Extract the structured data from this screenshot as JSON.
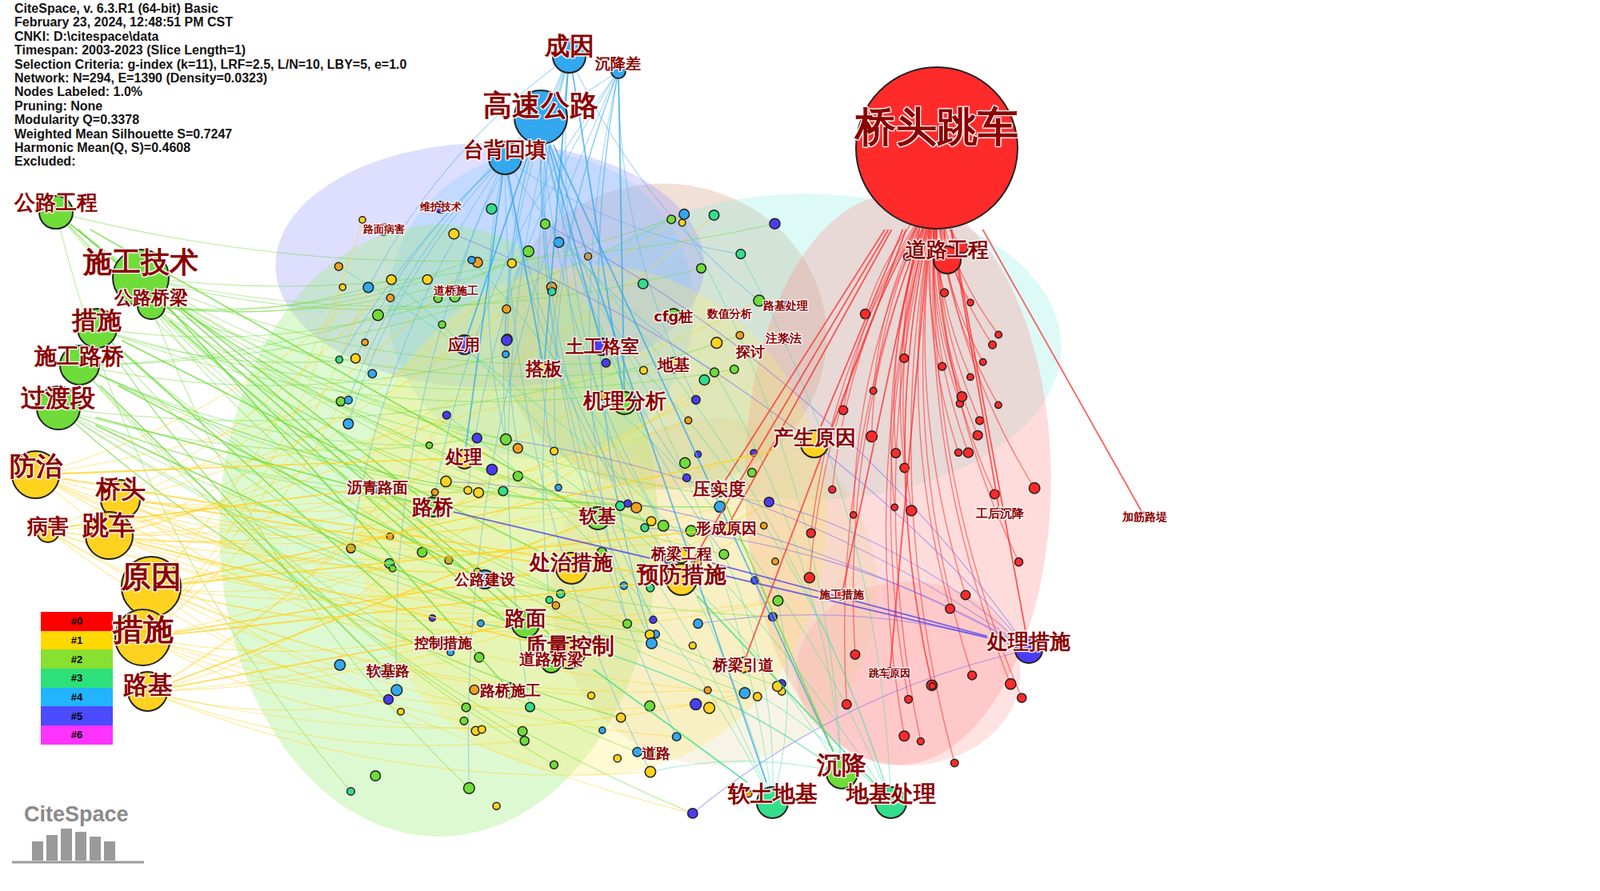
{
  "diagram": {
    "nodes": [
      {
        "text": [
          "桥头跳车"
        ]
      },
      {
        "text": [
          "成因"
        ]
      },
      {
        "text": [
          "沉降差"
        ]
      },
      {
        "text": [
          "高速公路"
        ]
      },
      {
        "text": [
          "台背回填"
        ]
      },
      {
        "text": [
          "公路工程"
        ]
      },
      {
        "text": [
          "施工技术"
        ]
      },
      {
        "text": [
          "公路桥梁"
        ]
      },
      {
        "text": [
          "措施"
        ]
      },
      {
        "text": [
          "施工路桥"
        ]
      },
      {
        "text": [
          "过渡段"
        ]
      },
      {
        "text": [
          "防治"
        ]
      },
      {
        "text": [
          "桥头"
        ]
      },
      {
        "text": [
          "病害"
        ]
      },
      {
        "text": [
          "跳车"
        ]
      },
      {
        "text": [
          "原因"
        ]
      },
      {
        "text": [
          "措施"
        ]
      },
      {
        "text": [
          "路基"
        ]
      },
      {
        "text": [
          "道路工程"
        ]
      },
      {
        "text": [
          "产生原因"
        ]
      },
      {
        "text": [
          "处理措施"
        ]
      },
      {
        "text": [
          "沉降"
        ]
      },
      {
        "text": [
          "软土地基"
        ]
      },
      {
        "text": [
          "地基处理"
        ]
      },
      {
        "text": [
          "质量控制"
        ]
      },
      {
        "text": [
          "预防措施"
        ]
      },
      {
        "text": [
          "处治措施"
        ]
      },
      {
        "text": [
          "路面"
        ]
      },
      {
        "text": [
          "道路桥梁"
        ]
      },
      {
        "text": [
          "形成原因"
        ]
      },
      {
        "text": [
          "压实度"
        ]
      },
      {
        "text": [
          "桥梁工程"
        ]
      },
      {
        "text": [
          "桥梁引道"
        ]
      },
      {
        "text": [
          "软基"
        ]
      },
      {
        "text": [
          "处理"
        ]
      },
      {
        "text": [
          "沥青路面"
        ]
      },
      {
        "text": [
          "路桥施工"
        ]
      },
      {
        "text": [
          "控制措施"
        ]
      },
      {
        "text": [
          "软基路"
        ]
      },
      {
        "text": [
          "公路建设"
        ]
      },
      {
        "text": [
          "道路"
        ]
      },
      {
        "text": [
          "应用"
        ]
      },
      {
        "text": [
          "cfg桩"
        ]
      },
      {
        "text": [
          "探讨"
        ]
      },
      {
        "text": [
          "注浆法"
        ]
      },
      {
        "text": [
          "工后沉降"
        ]
      },
      {
        "text": [
          "加筋路堤"
        ]
      },
      {
        "text": [
          "机理分析"
        ]
      },
      {
        "text": [
          "土工格室"
        ]
      },
      {
        "text": [
          "搭板"
        ]
      },
      {
        "text": [
          "地基"
        ]
      },
      {
        "text": [
          "路桥"
        ]
      },
      {
        "text": [
          "数值分析"
        ]
      },
      {
        "text": [
          "路基处理"
        ]
      },
      {
        "text": [
          "维护技术"
        ]
      },
      {
        "text": [
          "路面病害"
        ]
      },
      {
        "text": [
          "道桥施工"
        ]
      },
      {
        "text": [
          "施工措施"
        ]
      },
      {
        "text": [
          "跳车原因"
        ]
      }
    ],
    "edges": [
      {
        "from": 0,
        "to": 18,
        "arrow": "none"
      },
      {
        "from": 0,
        "to": 19,
        "arrow": "none"
      },
      {
        "from": 0,
        "to": 20,
        "arrow": "none"
      },
      {
        "from": 0,
        "to": 45,
        "arrow": "none"
      },
      {
        "from": 0,
        "to": 46,
        "arrow": "none"
      },
      {
        "from": 0,
        "to": 57,
        "arrow": "none"
      },
      {
        "from": 0,
        "to": 58,
        "arrow": "none"
      },
      {
        "from": 0,
        "to": 25,
        "arrow": "none"
      },
      {
        "from": 0,
        "to": 29,
        "arrow": "none"
      },
      {
        "from": 0,
        "to": 30,
        "arrow": "none"
      },
      {
        "from": 0,
        "to": 32,
        "arrow": "none"
      },
      {
        "from": 5,
        "to": 33,
        "arrow": "none"
      },
      {
        "from": 5,
        "to": 27,
        "arrow": "none"
      },
      {
        "from": 6,
        "to": 36,
        "arrow": "none"
      },
      {
        "from": 6,
        "to": 51,
        "arrow": "none"
      },
      {
        "from": 6,
        "to": 24,
        "arrow": "none"
      },
      {
        "from": 7,
        "to": 28,
        "arrow": "none"
      },
      {
        "from": 8,
        "to": 26,
        "arrow": "none"
      },
      {
        "from": 8,
        "to": 37,
        "arrow": "none"
      },
      {
        "from": 9,
        "to": 38,
        "arrow": "none"
      },
      {
        "from": 9,
        "to": 39,
        "arrow": "none"
      },
      {
        "from": 10,
        "to": 24,
        "arrow": "none"
      },
      {
        "from": 10,
        "to": 51,
        "arrow": "none"
      },
      {
        "from": 11,
        "to": 25,
        "arrow": "none"
      },
      {
        "from": 11,
        "to": 34,
        "arrow": "none"
      },
      {
        "from": 12,
        "to": 26,
        "arrow": "none"
      },
      {
        "from": 13,
        "to": 35,
        "arrow": "none"
      },
      {
        "from": 14,
        "to": 24,
        "arrow": "none"
      },
      {
        "from": 15,
        "to": 19,
        "arrow": "none"
      },
      {
        "from": 15,
        "to": 29,
        "arrow": "none"
      },
      {
        "from": 16,
        "to": 25,
        "arrow": "none"
      },
      {
        "from": 16,
        "to": 26,
        "arrow": "none"
      },
      {
        "from": 17,
        "to": 33,
        "arrow": "none"
      },
      {
        "from": 17,
        "to": 27,
        "arrow": "none"
      },
      {
        "from": 1,
        "to": 47,
        "arrow": "none"
      },
      {
        "from": 1,
        "to": 49,
        "arrow": "none"
      },
      {
        "from": 3,
        "to": 48,
        "arrow": "none"
      },
      {
        "from": 3,
        "to": 41,
        "arrow": "none"
      },
      {
        "from": 3,
        "to": 22,
        "arrow": "none"
      },
      {
        "from": 3,
        "to": 21,
        "arrow": "none"
      },
      {
        "from": 4,
        "to": 49,
        "arrow": "none"
      },
      {
        "from": 4,
        "to": 34,
        "arrow": "none"
      },
      {
        "from": 2,
        "to": 47,
        "arrow": "none"
      },
      {
        "from": 22,
        "to": 24,
        "arrow": "none"
      },
      {
        "from": 23,
        "to": 25,
        "arrow": "none"
      },
      {
        "from": 21,
        "to": 30,
        "arrow": "none"
      },
      {
        "from": 20,
        "to": 51,
        "arrow": "none"
      },
      {
        "from": 20,
        "to": 31,
        "arrow": "none"
      }
    ],
    "labels": [
      "CiteSpace, v. 6.3.R1 (64-bit) Basic",
      "February 23, 2024, 12:48:51 PM CST",
      "CNKI: D:\\citespace\\data",
      "Timespan: 2003-2023 (Slice Length=1)",
      "Selection Criteria: g-index (k=11), LRF=2.5, L/N=10, LBY=5, e=1.0",
      "Network: N=294, E=1390 (Density=0.0323)",
      "Nodes Labeled: 1.0%",
      "Pruning: None",
      "Modularity Q=0.3378",
      "Weighted Mean Silhouette S=0.7247",
      "Harmonic Mean(Q, S)=0.4608",
      "Excluded:",
      "CiteSpace"
    ],
    "legend": [
      {
        "text": "#0",
        "color": "#ff0000"
      },
      {
        "text": "#1",
        "color": "#ffd800"
      },
      {
        "text": "#2",
        "color": "#88e030"
      },
      {
        "text": "#3",
        "color": "#2ee07a"
      },
      {
        "text": "#4",
        "color": "#22b4ff"
      },
      {
        "text": "#5",
        "color": "#4b4bff"
      },
      {
        "text": "#6",
        "color": "#ff33ff"
      }
    ]
  }
}
